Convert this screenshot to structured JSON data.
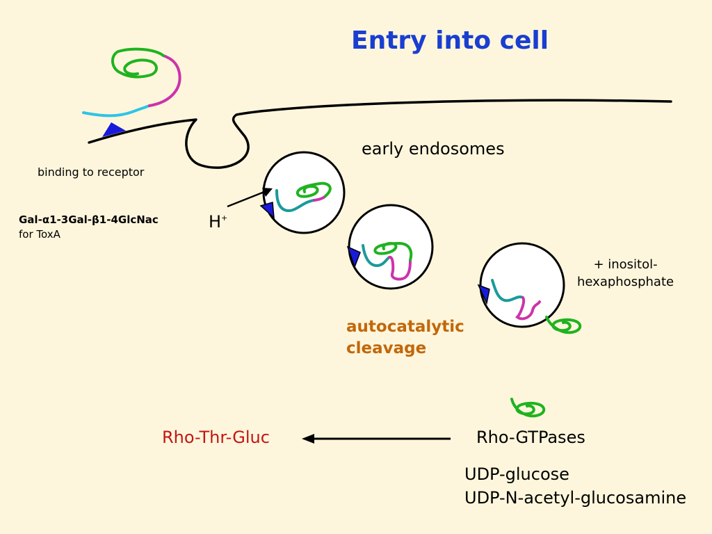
{
  "title": "Entry into cell",
  "labels": {
    "early_endosomes": "early endosomes",
    "binding_to_receptor": "binding to receptor",
    "receptor_part1": "Gal-",
    "alpha": "α",
    "receptor_part2": "1-3Gal-",
    "beta": "β",
    "receptor_part3": "1-4GlcNac",
    "receptor_for": "for ToxA",
    "proton": "H",
    "proton_charge": "+",
    "inositol_line1": "+ inositol-",
    "inositol_line2": "hexaphosphate",
    "cleavage_line1": "autocatalytic",
    "cleavage_line2": "cleavage",
    "product": "Rho-Thr-Gluc",
    "substrate": "Rho-GTPases",
    "cosubstrate_1": "UDP-glucose",
    "cosubstrate_2": "UDP-N-acetyl-glucosamine"
  },
  "colors": {
    "background": "#fdf6dc",
    "title": "#1a3ed1",
    "catalytic_domain": "#1fb31f",
    "translocation_domain": "#cc33aa",
    "binding_domain_free": "#2ec4e6",
    "binding_domain_endosome": "#1b9a9a",
    "receptor": "#1a1adb",
    "cleavage_text": "#c2670a",
    "product_text": "#c41414"
  }
}
